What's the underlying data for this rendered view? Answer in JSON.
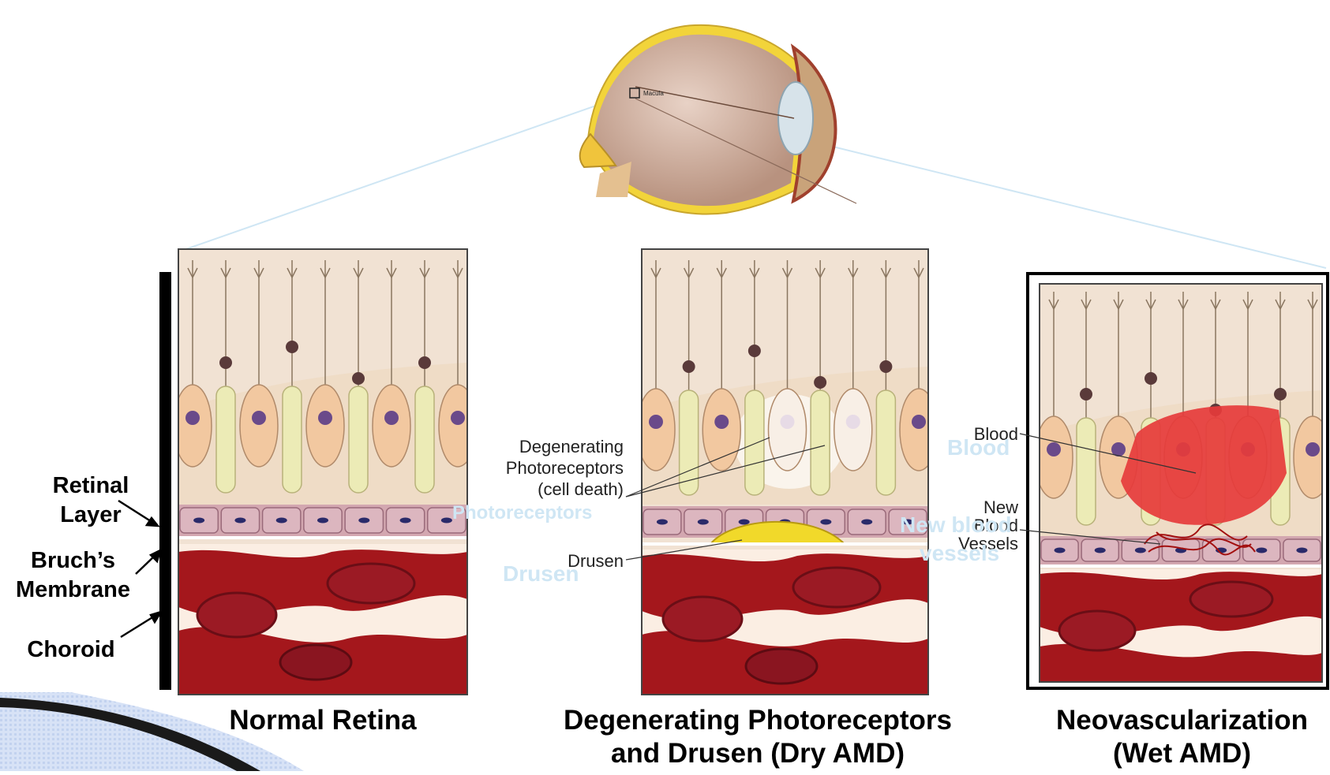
{
  "eye": {
    "macula_label": "Macula"
  },
  "left_labels": {
    "retinal_layer": [
      "Retinal",
      "Layer"
    ],
    "bruchs_membrane": [
      "Bruch’s",
      "Membrane"
    ],
    "choroid": "Choroid"
  },
  "panels": [
    {
      "caption": [
        "Normal Retina"
      ]
    },
    {
      "caption": [
        "Degenerating Photoreceptors",
        "and Drusen (Dry AMD)"
      ]
    },
    {
      "caption": [
        "Neovascularization",
        "(Wet AMD)"
      ]
    }
  ],
  "middle_labels": {
    "degenerating": [
      "Degenerating",
      "Photoreceptors",
      "(cell death)"
    ],
    "drusen": "Drusen"
  },
  "right_labels": {
    "blood": "Blood",
    "new_vessels": [
      "New",
      "Blood",
      "Vessels"
    ]
  },
  "ghost_labels": {
    "photoreceptors": "Photoreceptors",
    "drusen": "Drusen",
    "blood": "Blood",
    "new_blood": "New blood",
    "vessels": "vessels"
  },
  "colors": {
    "background": "#ffffff",
    "photoreceptor_bg": "#f1e2d3",
    "cell_fill": "#f2c8a0",
    "rod_fill": "#ecebb6",
    "rpe_fill": "#d3a7b0",
    "choroid_red": "#a4171c",
    "drusen_yellow": "#f1d92a",
    "blood_red": "#e63b3b",
    "ghost_text": "#cfe6f4",
    "corner_blue": "#3c6fd0"
  }
}
